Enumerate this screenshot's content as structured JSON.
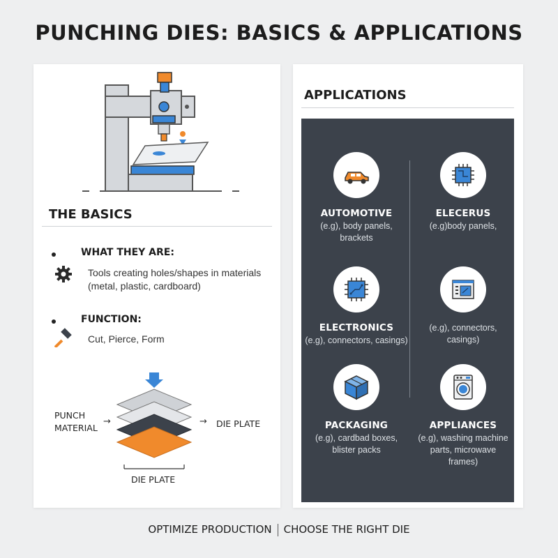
{
  "title": "PUNCHING DIES: BASICS & APPLICATIONS",
  "basics": {
    "heading": "THE BASICS",
    "what": {
      "head": "WHAT THEY ARE:",
      "line1": "Tools creating holes/shapes in materials",
      "line2": "(metal, plastic, cardboard)",
      "icon": "gear-icon"
    },
    "function": {
      "head": "FUNCTION:",
      "text": "Cut, Pierce, Form",
      "icon": "hammer-icon"
    },
    "diagram": {
      "left_label_1": "PUNCH",
      "left_label_2": "MATERIAL",
      "right_label": "DIE PLATE",
      "bottom_label": "DIE PLATE",
      "layer_colors": [
        "#cfd2d6",
        "#cfd2d6",
        "#3c424b",
        "#f08a2c"
      ]
    }
  },
  "applications": {
    "heading": "APPLICATIONS",
    "items": [
      {
        "name": "AUTOMOTIVE",
        "desc1": "(e.g), body panels,",
        "desc2": "brackets",
        "icon": "car-icon"
      },
      {
        "name": "ELECERUS",
        "desc1": "(e.g)body panels,",
        "desc2": "",
        "icon": "chip-icon"
      },
      {
        "name": "ELECTRONICS",
        "desc1": "(e.g), connectors, casings)",
        "desc2": "",
        "icon": "circuit-board-icon"
      },
      {
        "name": "",
        "desc1": "(e.g), connectors,",
        "desc2": "casings)",
        "icon": "control-panel-icon"
      },
      {
        "name": "PACKAGING",
        "desc1": "(e.g), cardbad boxes,",
        "desc2": "blister packs",
        "icon": "box-icon"
      },
      {
        "name": "APPLIANCES",
        "desc1": "(e.g), washing machine",
        "desc2": "parts, microwave",
        "desc3": "frames)",
        "icon": "washing-machine-icon"
      }
    ]
  },
  "footer": {
    "left": "OPTIMIZE PRODUCTION",
    "right": "CHOOSE THE RIGHT DIE"
  },
  "colors": {
    "accent_blue": "#3a86d6",
    "accent_orange": "#f08a2c",
    "dark_panel": "#3c424b",
    "machine_gray": "#d5d8dc"
  }
}
